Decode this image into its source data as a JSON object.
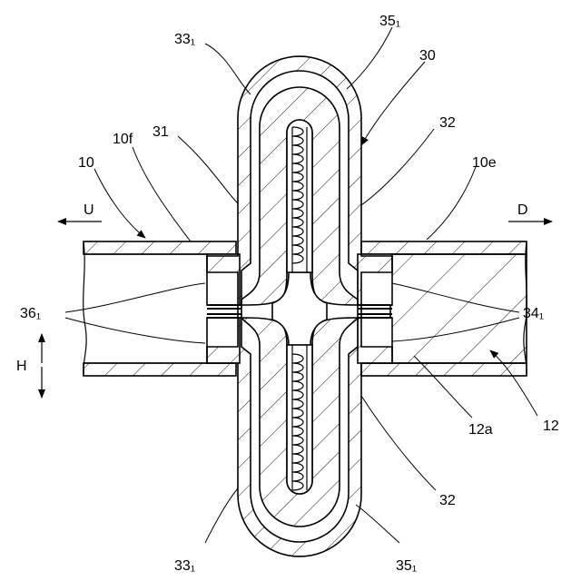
{
  "labels": {
    "l_33_top": "33₁",
    "l_35_top": "35₁",
    "l_30": "30",
    "l_10f": "10f",
    "l_31": "31",
    "l_32_top": "32",
    "l_10": "10",
    "l_10e": "10e",
    "l_U": "U",
    "l_D": "D",
    "l_36": "36₁",
    "l_34": "34₁",
    "l_H": "H",
    "l_12a": "12a",
    "l_12": "12",
    "l_32_bot": "32",
    "l_33_bot": "33₁",
    "l_35_bot": "35₁"
  }
}
